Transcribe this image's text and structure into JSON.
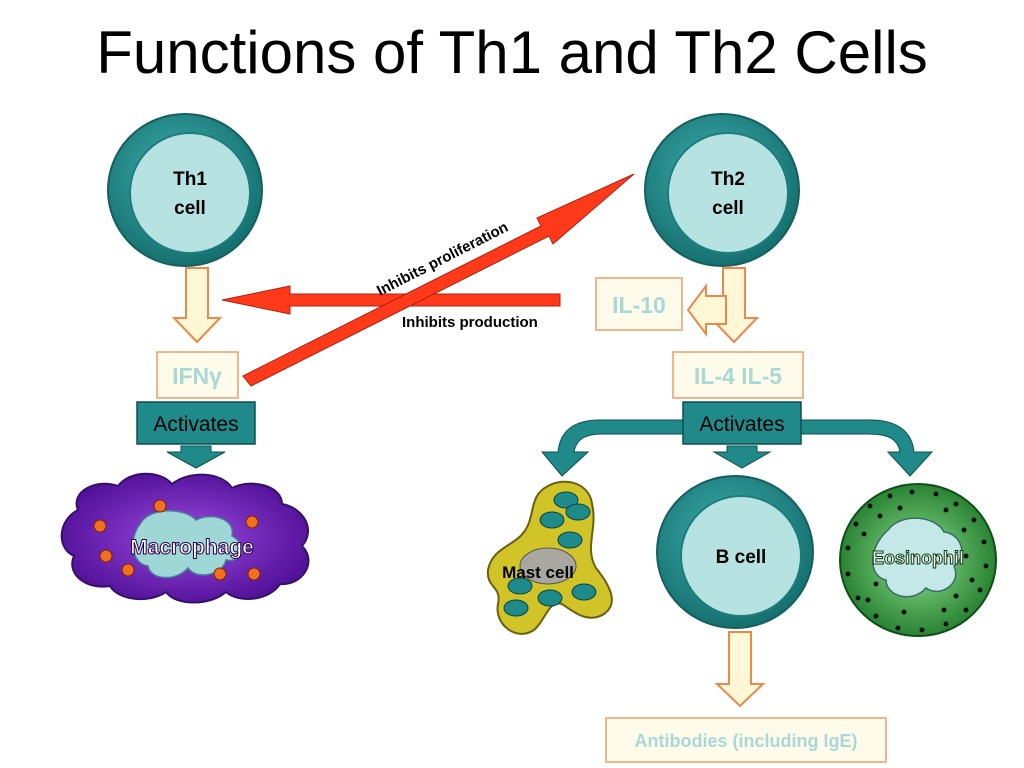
{
  "title": "Functions of Th1 and Th2 Cells",
  "cells": {
    "th1": {
      "line1": "Th1",
      "line2": "cell"
    },
    "th2": {
      "line1": "Th2",
      "line2": "cell"
    },
    "b_cell": "B cell",
    "macrophage": "Macrophage",
    "mast_cell": "Mast cell",
    "eosinophil": "Eosinophil"
  },
  "cytokines": {
    "ifn": "IFNγ",
    "il10": "IL-10",
    "il4_il5": "IL-4 IL-5",
    "antibodies": "Antibodies (including IgE)"
  },
  "actions": {
    "activates_left": "Activates",
    "activates_right": "Activates",
    "inhibits_proliferation": "Inhibits proliferation",
    "inhibits_production": "Inhibits production"
  },
  "colors": {
    "cell_ring": "#1f8a8a",
    "cell_core": "#b3e0e0",
    "activates_box": "#1f8a8a",
    "cytokine_text": "#a8d8d8",
    "cytokine_border": "#e05a2a",
    "inhibit_arrow": "#ff3a1a",
    "down_arrow_fill": "#fff5cc",
    "down_arrow_stroke": "#e88a4a",
    "macrophage": "#6a1fb0",
    "mast_cell": "#c8c020",
    "eosinophil": "#2e9a3a"
  }
}
